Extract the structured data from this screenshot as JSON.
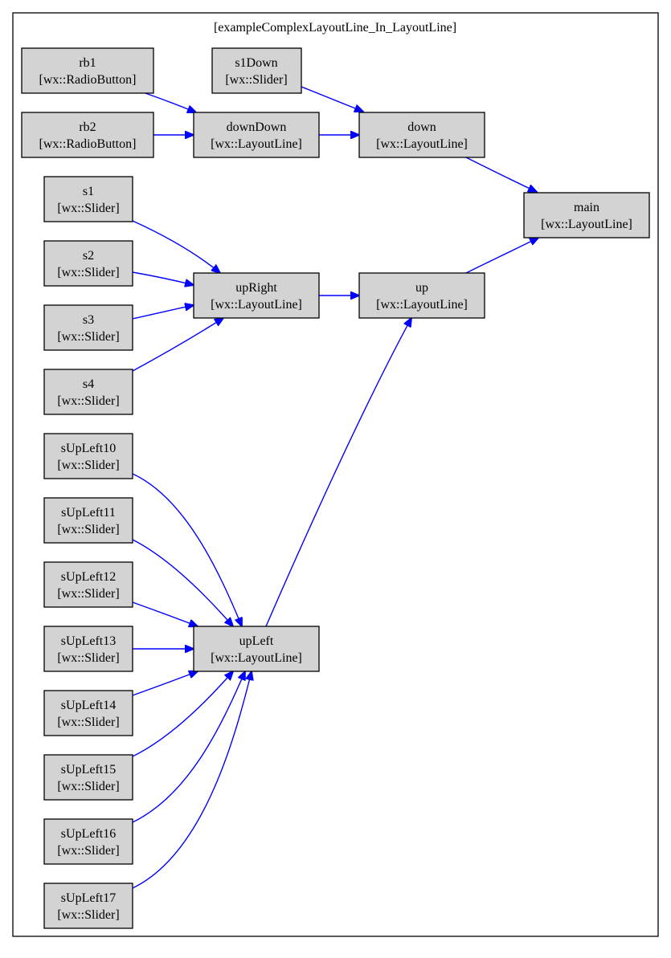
{
  "diagram": {
    "title": "[exampleComplexLayoutLine_In_LayoutLine]",
    "edge_color": "#0000ff",
    "node_fill": "#d3d3d3",
    "nodes": {
      "rb1": {
        "name": "rb1",
        "type": "[wx::RadioButton]"
      },
      "rb2": {
        "name": "rb2",
        "type": "[wx::RadioButton]"
      },
      "s1Down": {
        "name": "s1Down",
        "type": "[wx::Slider]"
      },
      "downDown": {
        "name": "downDown",
        "type": "[wx::LayoutLine]"
      },
      "down": {
        "name": "down",
        "type": "[wx::LayoutLine]"
      },
      "main": {
        "name": "main",
        "type": "[wx::LayoutLine]"
      },
      "s1": {
        "name": "s1",
        "type": "[wx::Slider]"
      },
      "s2": {
        "name": "s2",
        "type": "[wx::Slider]"
      },
      "s3": {
        "name": "s3",
        "type": "[wx::Slider]"
      },
      "s4": {
        "name": "s4",
        "type": "[wx::Slider]"
      },
      "upRight": {
        "name": "upRight",
        "type": "[wx::LayoutLine]"
      },
      "up": {
        "name": "up",
        "type": "[wx::LayoutLine]"
      },
      "sUpLeft10": {
        "name": "sUpLeft10",
        "type": "[wx::Slider]"
      },
      "sUpLeft11": {
        "name": "sUpLeft11",
        "type": "[wx::Slider]"
      },
      "sUpLeft12": {
        "name": "sUpLeft12",
        "type": "[wx::Slider]"
      },
      "sUpLeft13": {
        "name": "sUpLeft13",
        "type": "[wx::Slider]"
      },
      "sUpLeft14": {
        "name": "sUpLeft14",
        "type": "[wx::Slider]"
      },
      "sUpLeft15": {
        "name": "sUpLeft15",
        "type": "[wx::Slider]"
      },
      "sUpLeft16": {
        "name": "sUpLeft16",
        "type": "[wx::Slider]"
      },
      "sUpLeft17": {
        "name": "sUpLeft17",
        "type": "[wx::Slider]"
      },
      "upLeft": {
        "name": "upLeft",
        "type": "[wx::LayoutLine]"
      }
    },
    "edges": [
      {
        "from": "rb1",
        "to": "downDown"
      },
      {
        "from": "rb2",
        "to": "downDown"
      },
      {
        "from": "s1Down",
        "to": "down"
      },
      {
        "from": "downDown",
        "to": "down"
      },
      {
        "from": "down",
        "to": "main"
      },
      {
        "from": "s1",
        "to": "upRight"
      },
      {
        "from": "s2",
        "to": "upRight"
      },
      {
        "from": "s3",
        "to": "upRight"
      },
      {
        "from": "s4",
        "to": "upRight"
      },
      {
        "from": "upRight",
        "to": "up"
      },
      {
        "from": "up",
        "to": "main"
      },
      {
        "from": "sUpLeft10",
        "to": "upLeft"
      },
      {
        "from": "sUpLeft11",
        "to": "upLeft"
      },
      {
        "from": "sUpLeft12",
        "to": "upLeft"
      },
      {
        "from": "sUpLeft13",
        "to": "upLeft"
      },
      {
        "from": "sUpLeft14",
        "to": "upLeft"
      },
      {
        "from": "sUpLeft15",
        "to": "upLeft"
      },
      {
        "from": "sUpLeft16",
        "to": "upLeft"
      },
      {
        "from": "sUpLeft17",
        "to": "upLeft"
      },
      {
        "from": "upLeft",
        "to": "up"
      }
    ]
  }
}
